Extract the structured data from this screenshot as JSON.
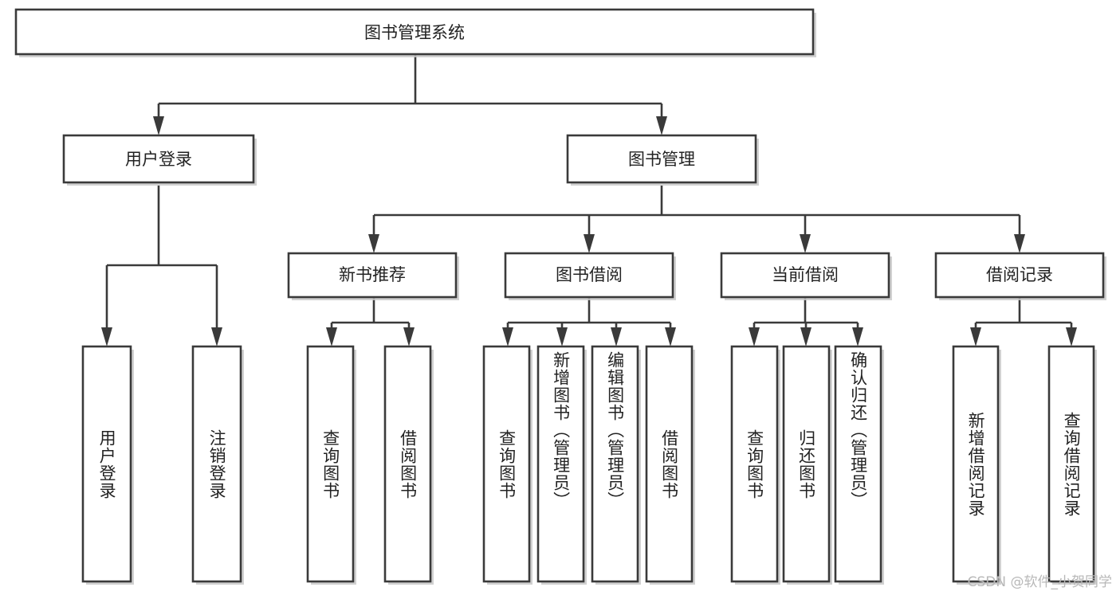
{
  "diagram": {
    "title": "图书管理系统",
    "type": "hierarchy-tree",
    "root": {
      "label": "图书管理系统",
      "orientation": "horizontal"
    },
    "level2": [
      {
        "label": "用户登录",
        "orientation": "horizontal"
      },
      {
        "label": "图书管理",
        "orientation": "horizontal"
      }
    ],
    "level3": [
      {
        "label": "新书推荐",
        "orientation": "horizontal"
      },
      {
        "label": "图书借阅",
        "orientation": "horizontal"
      },
      {
        "label": "当前借阅",
        "orientation": "horizontal"
      },
      {
        "label": "借阅记录",
        "orientation": "horizontal"
      }
    ],
    "leaves_user_login": [
      {
        "label": "用户登录",
        "orientation": "vertical"
      },
      {
        "label": "注销登录",
        "orientation": "vertical"
      }
    ],
    "leaves_new_book": [
      {
        "label": "查询图书",
        "orientation": "vertical"
      },
      {
        "label": "借阅图书",
        "orientation": "vertical"
      }
    ],
    "leaves_borrow": [
      {
        "label": "查询图书",
        "orientation": "vertical"
      },
      {
        "label": "新增图书（管理员）",
        "orientation": "vertical"
      },
      {
        "label": "编辑图书（管理员）",
        "orientation": "vertical"
      },
      {
        "label": "借阅图书",
        "orientation": "vertical"
      }
    ],
    "leaves_current": [
      {
        "label": "查询图书",
        "orientation": "vertical"
      },
      {
        "label": "归还图书",
        "orientation": "vertical"
      },
      {
        "label": "确认归还（管理员）",
        "orientation": "vertical"
      }
    ],
    "leaves_records": [
      {
        "label": "新增借阅记录",
        "orientation": "vertical"
      },
      {
        "label": "查询借阅记录",
        "orientation": "vertical"
      }
    ],
    "colors": {
      "background": "#ffffff",
      "box_fill": "#ffffff",
      "box_stroke": "#3a3a3a",
      "connector": "#3a3a3a",
      "text": "#222222",
      "watermark": "#b8b8b8"
    }
  },
  "watermark": {
    "text": "CSDN @软件_小贺同学"
  }
}
